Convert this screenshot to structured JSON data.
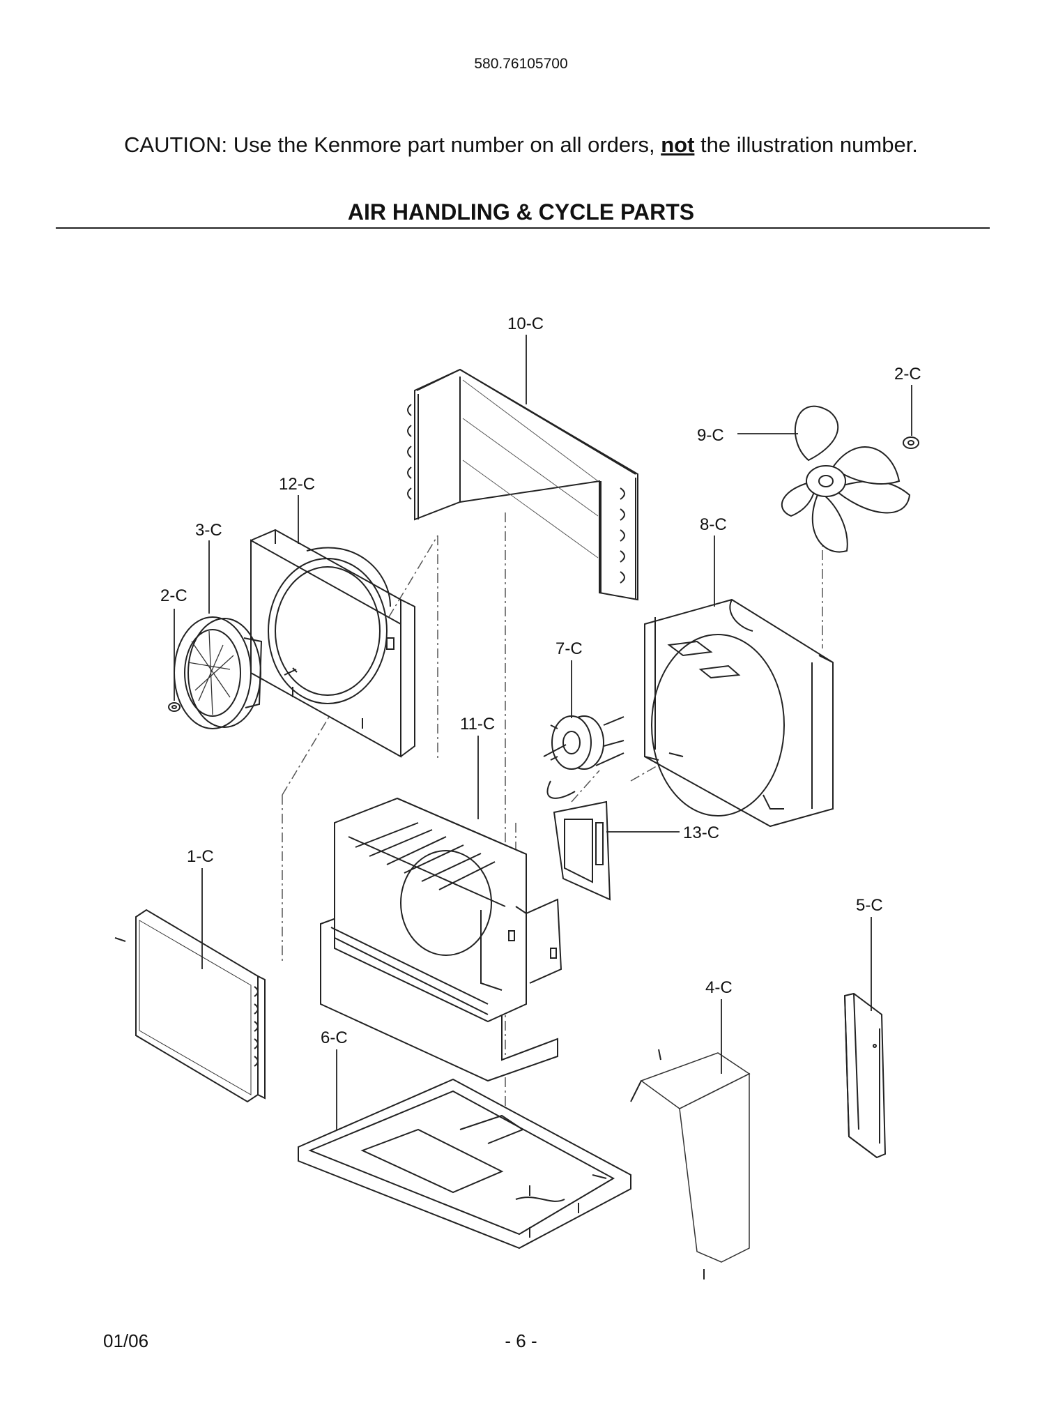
{
  "header": {
    "model_number": "580.76105700",
    "caution_prefix": "CAUTION: Use the Kenmore part number on all orders,",
    "caution_emphasis": "not",
    "caution_suffix": "the illustration number.",
    "section_title": "AIR HANDLING & CYCLE PARTS"
  },
  "callouts": {
    "c10": "10-C",
    "c2_top": "2-C",
    "c9": "9-C",
    "c12": "12-C",
    "c3": "3-C",
    "c8": "8-C",
    "c2_left": "2-C",
    "c7": "7-C",
    "c11": "11-C",
    "c13": "13-C",
    "c1": "1-C",
    "c5": "5-C",
    "c4": "4-C",
    "c6": "6-C"
  },
  "footer": {
    "date": "01/06",
    "page": "- 6 -"
  }
}
